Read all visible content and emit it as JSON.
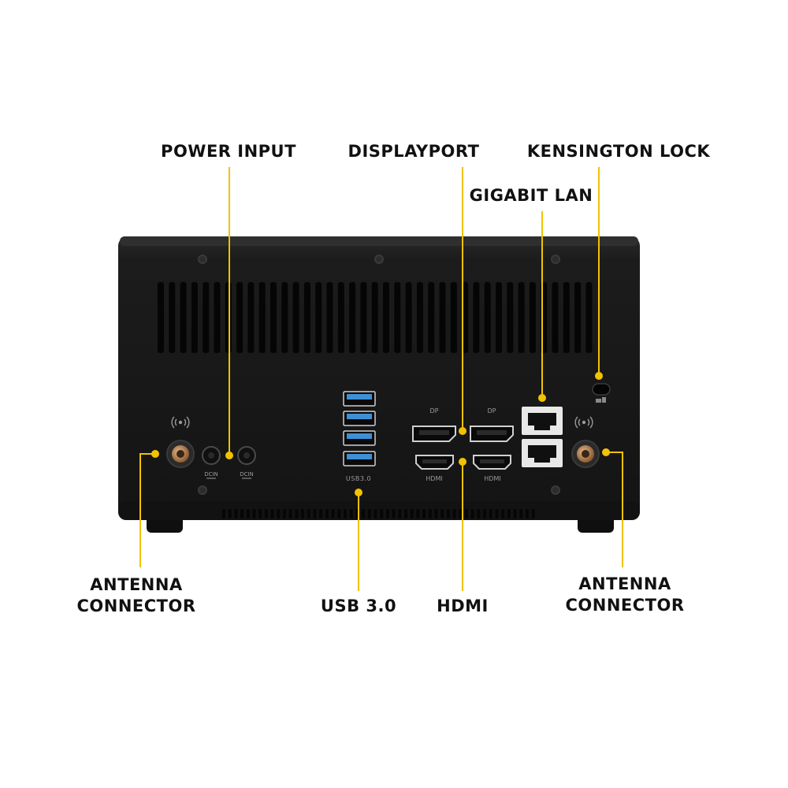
{
  "colors": {
    "background": "#ffffff",
    "chassis": "#1b1b1b",
    "chassis_top": "#2b2b2b",
    "port_blue": "#3d8fd6",
    "leader": "#f2c200",
    "label_text": "#111111",
    "silkscreen": "#9a9a9a"
  },
  "callouts": {
    "power_input": "POWER INPUT",
    "displayport": "DISPLAYPORT",
    "kensington_lock": "KENSINGTON LOCK",
    "gigabit_lan": "GIGABIT LAN",
    "antenna_left": [
      "ANTENNA",
      "CONNECTOR"
    ],
    "usb30": "USB 3.0",
    "hdmi": "HDMI",
    "antenna_right": [
      "ANTENNA",
      "CONNECTOR"
    ]
  },
  "port_markings": {
    "dp_left": "DP",
    "dp_right": "DP",
    "hdmi_left": "HDMI",
    "hdmi_right": "HDMI",
    "usb": "USB3.0",
    "dcin_left": "DCIN",
    "dcin_right": "DCIN"
  },
  "icons": {
    "antenna_left": "wireless-signal-icon",
    "antenna_right": "wireless-signal-icon",
    "lock": "padlock-icon"
  }
}
